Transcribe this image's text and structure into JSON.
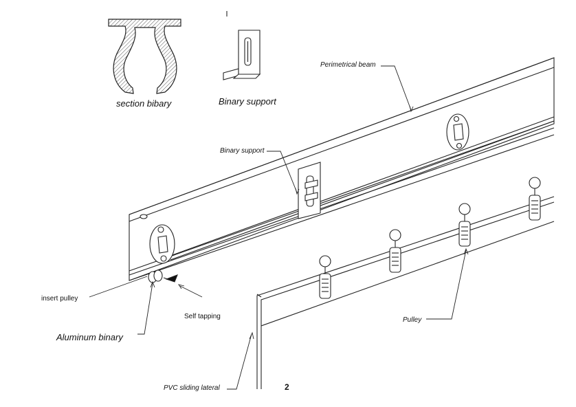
{
  "labels": {
    "section_bibary": "section bibary",
    "binary_support_top": "Binary support",
    "perimetrical_beam": "Perimetrical beam",
    "binary_support_mid": "Binary support",
    "insert_pulley": "insert pulley",
    "self_tapping": "Self tapping",
    "aluminum_binary": "Aluminum binary",
    "pulley": "Pulley",
    "pvc_sliding_lateral": "PVC sliding lateral",
    "page_number": "2"
  },
  "colors": {
    "line": "#222222",
    "hatch": "#555555",
    "fill": "#ffffff"
  }
}
